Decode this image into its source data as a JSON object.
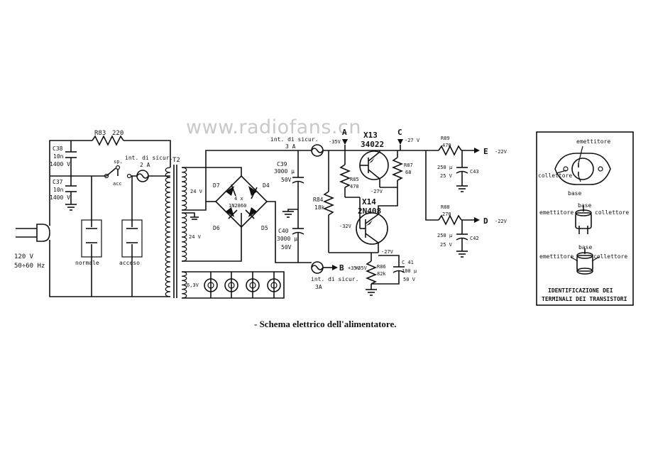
{
  "watermark": "www.radiofans.cn",
  "caption": "- Schema elettrico dell'alimentatore.",
  "input": {
    "voltage": "120 V",
    "frequency": "50÷60 Hz"
  },
  "components": {
    "r83": "R83",
    "r83_val": "220",
    "c38": "C38",
    "c38_val": "10n",
    "c38_v": "1400 V",
    "c37": "C37",
    "c37_val": "10n",
    "c37_v": "1400 V",
    "sw_sp": "sp.",
    "sw_acc": "acc",
    "fuse1": "int. di sicur.",
    "fuse1_val": "2 A",
    "t2": "T2",
    "sw_normale": "normale",
    "sw_acceso": "acceso",
    "tap_24a": "24 V",
    "tap_24b": "24 V",
    "tap_63": "6,3V",
    "d7": "D7",
    "d4": "D4",
    "d6": "D6",
    "d5": "D5",
    "bridge_qty": "4 x",
    "bridge_part": "1N2860",
    "c39": "C39",
    "c39_val": "3000 µ",
    "c39_v": "50V",
    "c40": "C40",
    "c40_val": "3000 µ",
    "c40_v": "50V",
    "r84": "R84",
    "r84_val": "18k",
    "fuse2": "int. di sicur.",
    "fuse2_val": "3 A",
    "fuse3": "int. di sicur.",
    "fuse3_val": "3A",
    "node_a": "A",
    "node_a_v": "-35V",
    "node_b": "B",
    "node_b_v": "+35V",
    "node_c": "C",
    "node_c_v": "-27 V",
    "node_d": "D",
    "node_d_v": "-22V",
    "node_e": "E",
    "node_e_v": "-22V",
    "x13": "X13",
    "x13_part": "34022",
    "x14": "X14",
    "x14_part": "2N408",
    "r85": "R85",
    "r85_val": "470",
    "r87": "R87",
    "r87_val": "68",
    "v_27a": "-27V",
    "v_32": "-32V",
    "v_27b": "-27V",
    "v_35b": "+35V",
    "r86": "R86",
    "r86_val": "82k",
    "c41": "C 41",
    "c41_val": "100 µ",
    "c41_v": "50 V",
    "r89": "R89",
    "r89_val": "470",
    "c43_val": "250 µ",
    "c43_v": "25 V",
    "c43": "C43",
    "r88": "R88",
    "r88_val": "270",
    "c42_val": "250 µ",
    "c42_v": "25 V",
    "c42": "C42"
  },
  "legend": {
    "emitter": "emettitore",
    "collector": "collettore",
    "base": "base",
    "title_line1": "IDENTIFICAZIONE DEI",
    "title_line2": "TERMINALI DEI TRANSISTORI"
  }
}
